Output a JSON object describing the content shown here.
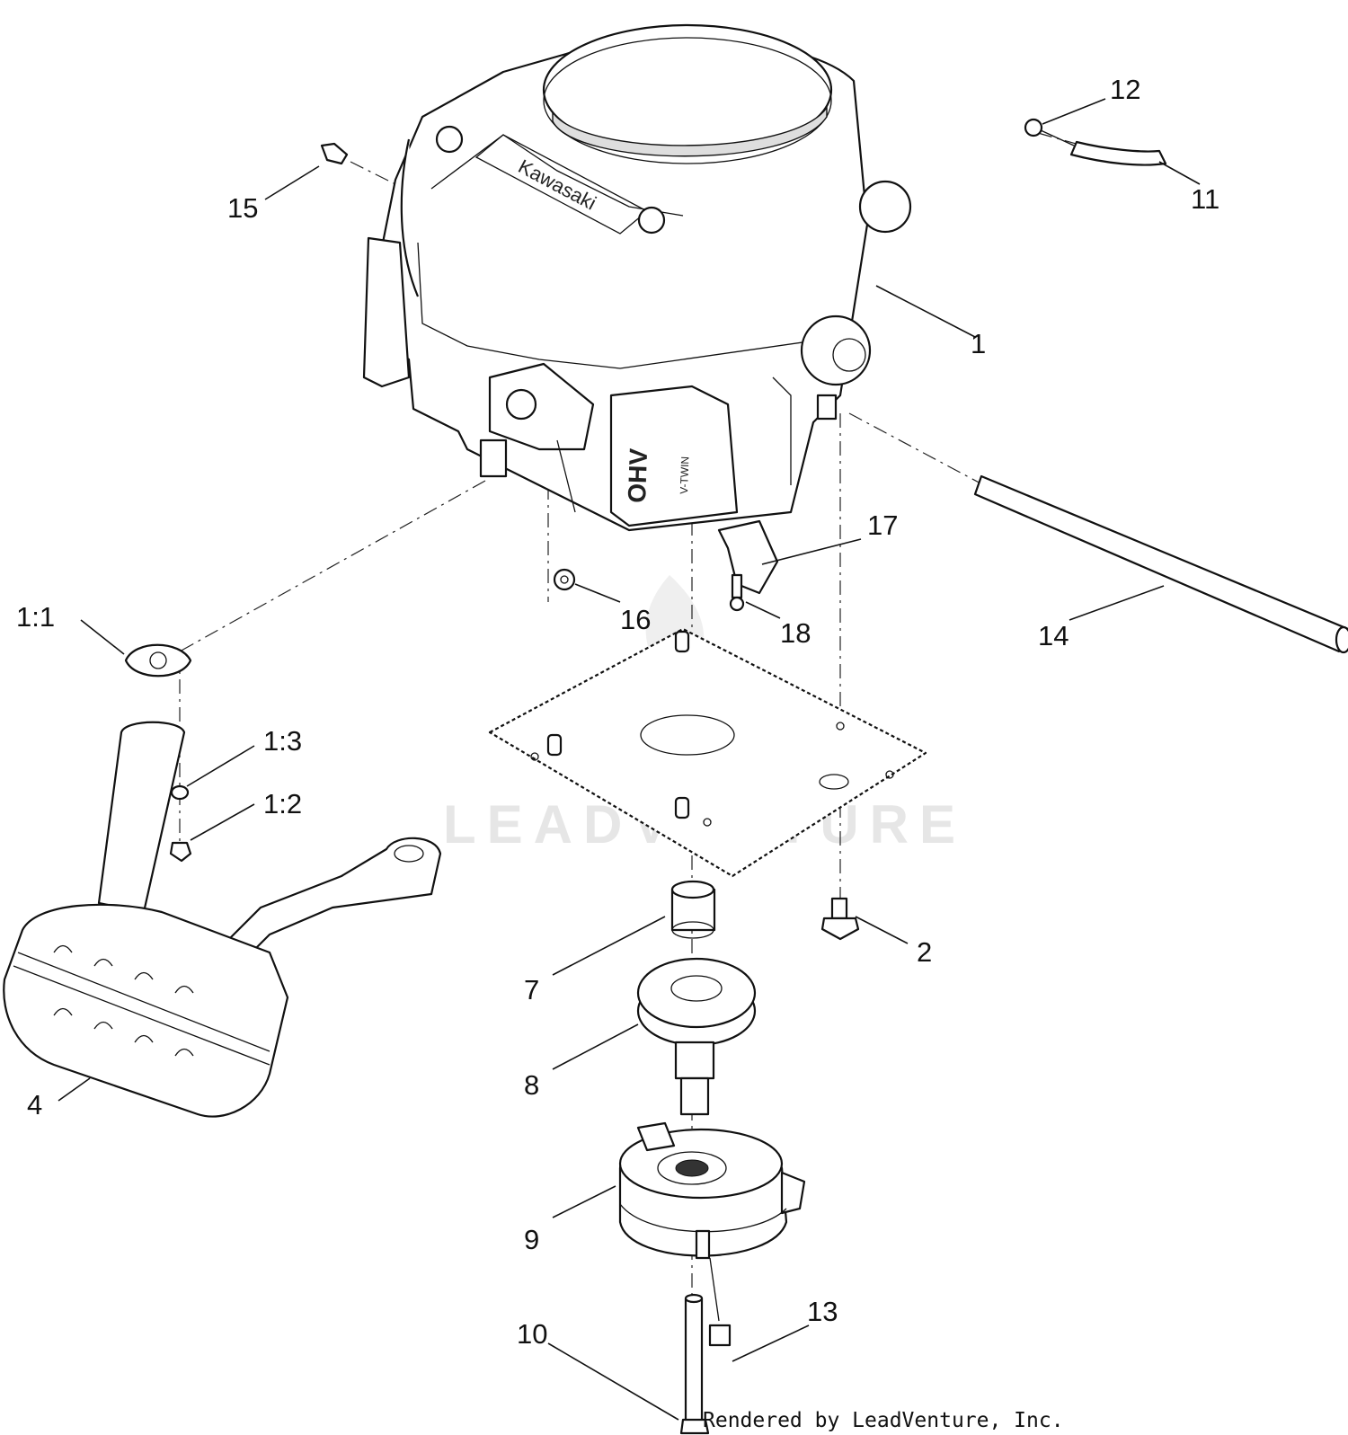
{
  "watermark": "LEADVENTURE",
  "engine_brand": "Kawasaki",
  "engine_badge": "OHV",
  "engine_badge_sub": "V-TWIN",
  "footer": "Rendered by LeadVenture, Inc.",
  "callouts": {
    "c1": "1",
    "c1_1": "1:1",
    "c1_2": "1:2",
    "c1_3": "1:3",
    "c2": "2",
    "c4": "4",
    "c7": "7",
    "c8": "8",
    "c9": "9",
    "c10": "10",
    "c11": "11",
    "c12": "12",
    "c13": "13",
    "c14": "14",
    "c15": "15",
    "c16": "16",
    "c17": "17",
    "c18": "18"
  }
}
